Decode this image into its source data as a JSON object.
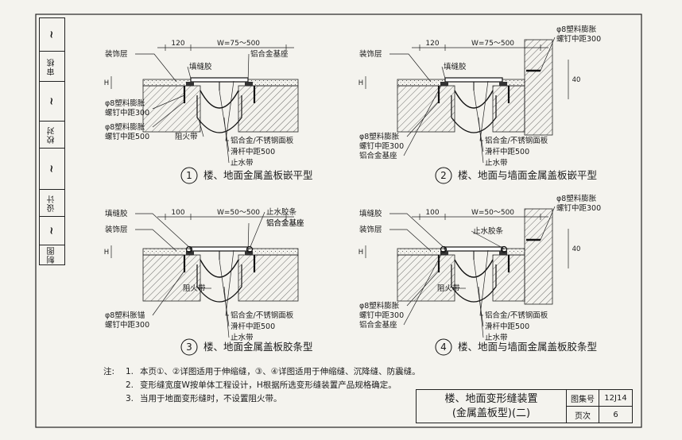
{
  "details": [
    {
      "number": "1",
      "caption": "楼、地面金属盖板嵌平型",
      "dim_left": "120",
      "dim_width": "W=75～500",
      "dim_side": "",
      "h_label": "H",
      "labels": {
        "decor_layer": "装饰层",
        "filler": "填缝胶",
        "base": "铝合金基座",
        "anchor_top": "φ8塑料膨胀",
        "anchor_top2": "螺钉中距300",
        "anchor_low": "φ8塑料膨胀",
        "anchor_low2": "螺钉中距500",
        "fire_belt": "阻火带",
        "plate": "铝合金/不锈钢面板",
        "slide": "滑杆中距500",
        "water": "止水带"
      }
    },
    {
      "number": "2",
      "caption": "楼、地面与墙面金属盖板嵌平型",
      "dim_left": "120",
      "dim_width": "W=75～500",
      "dim_side": "40",
      "h_label": "H",
      "labels": {
        "decor_layer": "装饰层",
        "filler": "填缝胶",
        "wall_anchor": "φ8塑料膨胀",
        "wall_anchor2": "螺钉中距300",
        "anchor_low": "φ8塑料膨胀",
        "anchor_low2": "螺钉中距300",
        "base": "铝合金基座",
        "plate": "铝合金/不锈钢面板",
        "slide": "滑杆中距500",
        "water": "止水带"
      }
    },
    {
      "number": "3",
      "caption": "楼、地面金属盖板胶条型",
      "dim_left": "100",
      "dim_width": "W=50～500",
      "dim_side": "",
      "h_label": "H",
      "labels": {
        "filler": "填缝胶",
        "decor_layer": "装饰层",
        "strip": "止水胶条",
        "base": "铝合金基座",
        "fire_belt": "阻火带",
        "anchor_low": "φ8塑料胀锚",
        "anchor_low2": "螺钉中距300",
        "plate": "铝合金/不锈钢面板",
        "slide": "滑杆中距500",
        "water": "止水带"
      }
    },
    {
      "number": "4",
      "caption": "楼、地面与墙面金属盖板胶条型",
      "dim_left": "100",
      "dim_width": "W=50～500",
      "dim_side": "40",
      "h_label": "H",
      "labels": {
        "filler": "填缝胶",
        "decor_layer": "装饰层",
        "strip": "止水胶条",
        "wall_anchor": "φ8塑料膨胀",
        "wall_anchor2": "螺钉中距300",
        "fire_belt": "阻火带",
        "anchor_low": "φ8塑料膨胀",
        "anchor_low2": "螺钉中距300",
        "base": "铝合金基座",
        "plate": "铝合金/不锈钢面板",
        "slide": "滑杆中距500",
        "water": "止水带"
      }
    }
  ],
  "notes": {
    "label": "注:",
    "items": [
      {
        "num": "1.",
        "text": "本页①、②详图适用于伸缩缝，③、④详图适用于伸缩缝、沉降缝、防震缝。"
      },
      {
        "num": "2.",
        "text": "变形缝宽度W按单体工程设计，H根据所选变形缝装置产品规格确定。"
      },
      {
        "num": "3.",
        "text": "当用于地面变形缝时，不设置阻火带。"
      }
    ]
  },
  "title_block": {
    "title_line1": "楼、地面变形缝装置",
    "title_line2": "(金属盖板型)(二)",
    "atlas_key": "图集号",
    "atlas_val": "12J14",
    "page_key": "页次",
    "page_val": "6"
  },
  "side_strip": {
    "review": "审核",
    "check": "校对",
    "design": "设计",
    "draw": "制图"
  }
}
